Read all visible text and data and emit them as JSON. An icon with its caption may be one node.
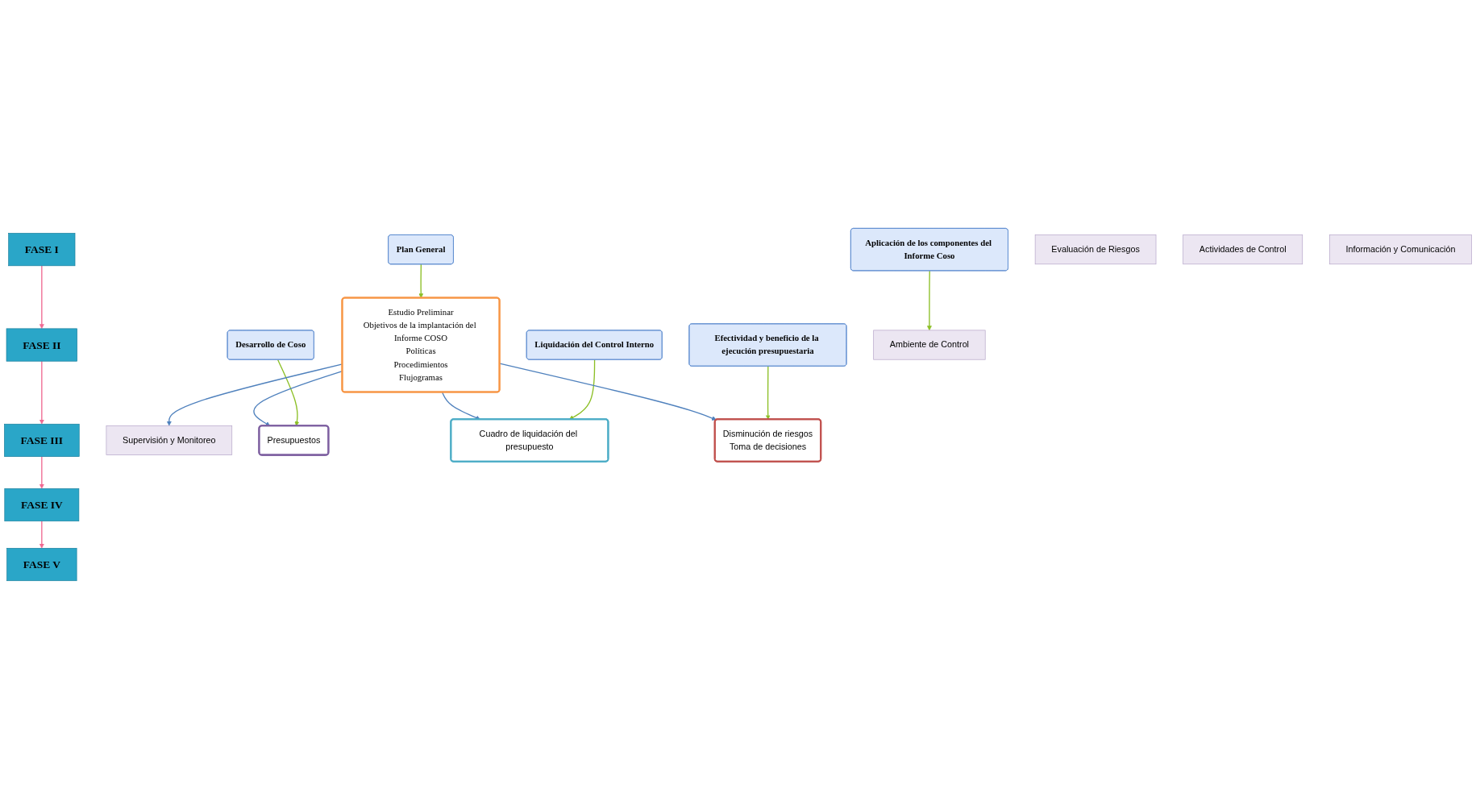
{
  "diagram": {
    "nodes": [
      {
        "text": [
          "FASE I"
        ]
      },
      {
        "text": [
          "FASE II"
        ]
      },
      {
        "text": [
          "FASE III"
        ]
      },
      {
        "text": [
          "FASE IV"
        ]
      },
      {
        "text": [
          "FASE V"
        ]
      },
      {
        "text": [
          "Plan General"
        ]
      },
      {
        "text": [
          "Aplicación de los componentes del Informe Coso"
        ]
      },
      {
        "text": [
          "Desarrollo de Coso"
        ]
      },
      {
        "text": [
          "Liquidación del Control Interno"
        ]
      },
      {
        "text": [
          "Efectividad y beneficio de la ejecución presupuestaria"
        ]
      },
      {
        "text": [
          "Estudio Preliminar",
          "Objetivos de la implantación del Informe COSO",
          "Políticas",
          "Procedimientos",
          "Flujogramas"
        ]
      },
      {
        "text": [
          "Ambiente de Control"
        ]
      },
      {
        "text": [
          "Evaluación de Riesgos"
        ]
      },
      {
        "text": [
          "Actividades de Control"
        ]
      },
      {
        "text": [
          "Información y Comunicación"
        ]
      },
      {
        "text": [
          "Supervisión y Monitoreo"
        ]
      },
      {
        "text": [
          "Presupuestos"
        ]
      },
      {
        "text": [
          "Cuadro de liquidación del presupuesto"
        ]
      },
      {
        "text": [
          "Disminución de riesgos",
          "Toma de decisiones"
        ]
      }
    ],
    "edges": [
      {
        "from": 0,
        "to": 1,
        "arrow": "to",
        "color": "#f06a92"
      },
      {
        "from": 1,
        "to": 2,
        "arrow": "to",
        "color": "#f06a92"
      },
      {
        "from": 2,
        "to": 3,
        "arrow": "to",
        "color": "#f06a92"
      },
      {
        "from": 3,
        "to": 4,
        "arrow": "to",
        "color": "#f06a92"
      },
      {
        "from": 5,
        "to": 10,
        "arrow": "to",
        "color": "#8cbf26"
      },
      {
        "from": 6,
        "to": 11,
        "arrow": "to",
        "color": "#8cbf26"
      },
      {
        "from": 7,
        "to": 16,
        "arrow": "to",
        "color": "#8cbf26"
      },
      {
        "from": 8,
        "to": 17,
        "arrow": "to",
        "color": "#8cbf26"
      },
      {
        "from": 9,
        "to": 18,
        "arrow": "to",
        "color": "#8cbf26"
      },
      {
        "from": 10,
        "to": 15,
        "arrow": "to",
        "color": "#4f81bd"
      },
      {
        "from": 10,
        "to": 16,
        "arrow": "to",
        "color": "#4f81bd"
      },
      {
        "from": 10,
        "to": 17,
        "arrow": "to",
        "color": "#4f81bd"
      },
      {
        "from": 10,
        "to": 18,
        "arrow": "to",
        "color": "#4f81bd"
      }
    ]
  }
}
